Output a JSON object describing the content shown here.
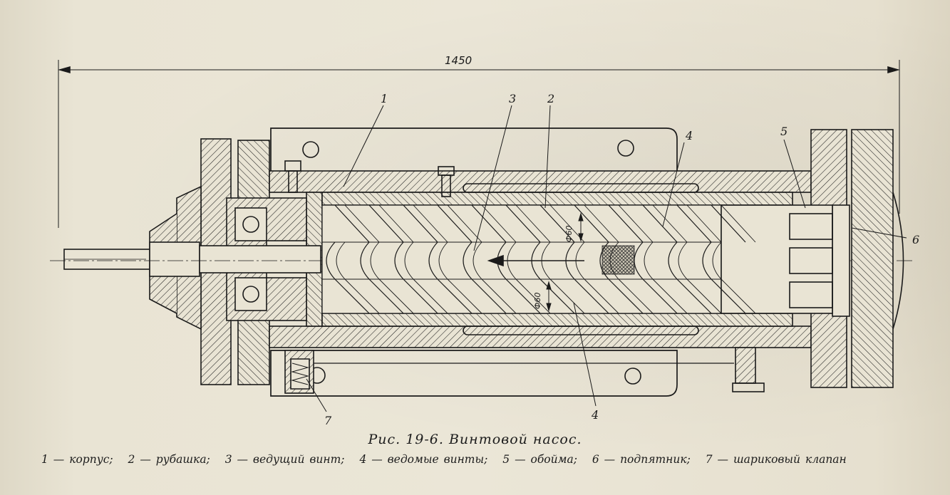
{
  "figure": {
    "dimension_overall": "1450",
    "dimension_bore_top": "Ф60",
    "dimension_bore_bottom": "Ф60",
    "callouts": [
      {
        "id": "1",
        "text": "1"
      },
      {
        "id": "3",
        "text": "3"
      },
      {
        "id": "2",
        "text": "2"
      },
      {
        "id": "4a",
        "text": "4"
      },
      {
        "id": "5",
        "text": "5"
      },
      {
        "id": "6",
        "text": "6"
      },
      {
        "id": "4b",
        "text": "4"
      },
      {
        "id": "7",
        "text": "7"
      }
    ],
    "caption": "Рис. 19-6. Винтовой насос.",
    "legend": [
      "1 — корпус;",
      "2 — рубашка;",
      "3 — ведущий винт;",
      "4 — ведомые винты;",
      "5 — обойма;",
      "6 — подпятник;",
      "7 — шариковый клапан"
    ]
  },
  "colors": {
    "ink": "#1a1a1a",
    "paper": "#e9e4d4"
  }
}
